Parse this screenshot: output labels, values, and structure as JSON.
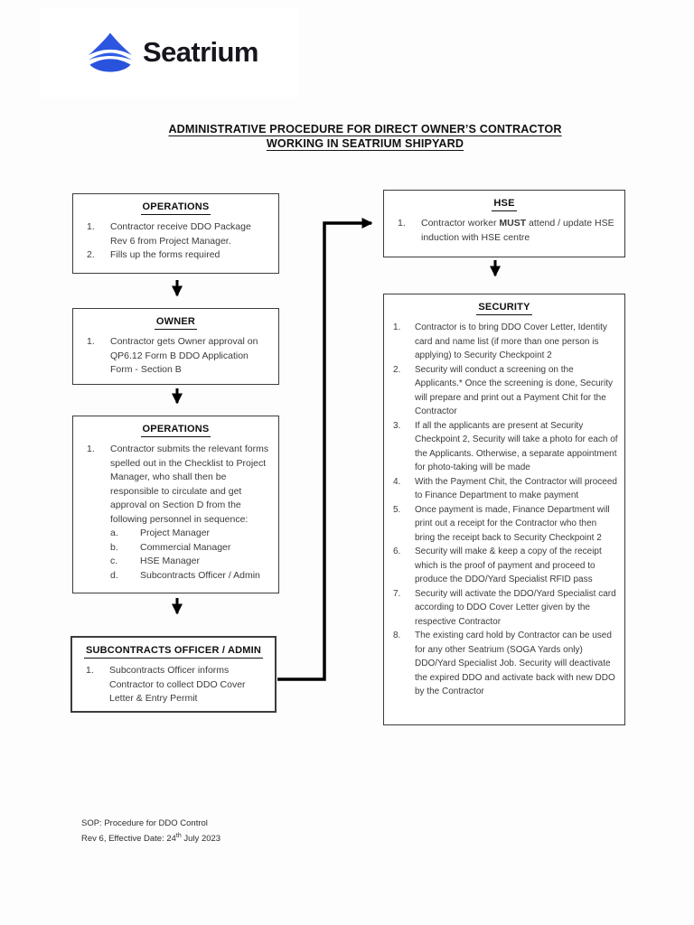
{
  "logo": {
    "brand": "Seatrium",
    "icon": "seatrium-waves-icon",
    "icon_color": "#2b55e0"
  },
  "title": {
    "line1": "ADMINISTRATIVE PROCEDURE FOR DIRECT OWNER’S CONTRACTOR",
    "line2": "WORKING IN SEATRIUM SHIPYARD"
  },
  "boxes": {
    "operations1": {
      "title": "OPERATIONS",
      "items": [
        {
          "num": "1.",
          "text": "Contractor receive DDO Package Rev 6 from Project Manager."
        },
        {
          "num": "2.",
          "text": "Fills up the forms required"
        }
      ]
    },
    "owner": {
      "title": "OWNER",
      "items": [
        {
          "num": "1.",
          "text": "Contractor gets Owner approval on QP6.12 Form B DDO Application Form - Section B"
        }
      ]
    },
    "operations2": {
      "title": "OPERATIONS",
      "items": [
        {
          "num": "1.",
          "text": "Contractor submits the relevant forms spelled out in the Checklist to Project Manager, who shall then be responsible to circulate and get approval on Section D from the following personnel in sequence:"
        }
      ],
      "sub_items": [
        {
          "num": "a.",
          "text": "Project Manager"
        },
        {
          "num": "b.",
          "text": "Commercial Manager"
        },
        {
          "num": "c.",
          "text": "HSE Manager"
        },
        {
          "num": "d.",
          "text": "Subcontracts Officer / Admin"
        }
      ]
    },
    "subcontracts": {
      "title": "SUBCONTRACTS OFFICER / ADMIN",
      "items": [
        {
          "num": "1.",
          "text": "Subcontracts Officer informs Contractor to collect DDO Cover Letter & Entry Permit"
        }
      ]
    },
    "hse": {
      "title": "HSE",
      "item_num": "1.",
      "item_pre": "Contractor worker ",
      "item_bold": "MUST",
      "item_post": " attend / update HSE induction with HSE centre"
    },
    "security": {
      "title": "SECURITY",
      "items": [
        {
          "num": "1.",
          "text": "Contractor is to bring DDO Cover Letter, Identity card and name list (if more than one person is applying) to Security Checkpoint 2"
        },
        {
          "num": "2.",
          "text": "Security will conduct a screening on the Applicants.* Once the screening is done, Security will prepare and print out a Payment Chit for the Contractor"
        },
        {
          "num": "3.",
          "text": "If all the applicants are present at Security Checkpoint 2, Security will take a photo for each of the Applicants. Otherwise, a separate appointment for photo-taking will be made"
        },
        {
          "num": "4.",
          "text": "With the Payment Chit, the Contractor will proceed to Finance Department to make payment"
        },
        {
          "num": "5.",
          "text": "Once payment is made, Finance Department will print out a receipt for the Contractor who then bring the receipt back to Security Checkpoint 2"
        },
        {
          "num": "6.",
          "text": "Security will make & keep a copy of the receipt which is the proof of payment and proceed to produce the DDO/Yard Specialist RFID pass"
        },
        {
          "num": "7.",
          "text": "Security will activate the DDO/Yard Specialist card according to DDO Cover Letter given by the respective Contractor"
        },
        {
          "num": "8.",
          "text": "The existing card hold by Contractor can be used for any other Seatrium (SOGA Yards only) DDO/Yard Specialist Job. Security will deactivate the expired DDO and activate back with new DDO by the Contractor"
        }
      ]
    }
  },
  "footer": {
    "line1": "SOP: Procedure for DDO Control",
    "line2_pre": "Rev 6, Effective Date: 24",
    "line2_sup": "th",
    "line2_post": " July 2023"
  }
}
